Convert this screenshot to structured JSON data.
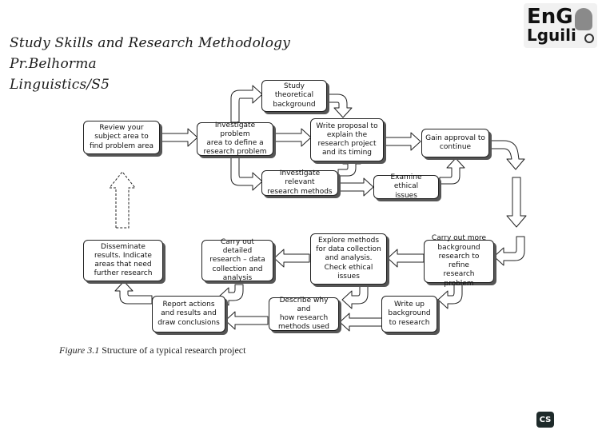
{
  "header": {
    "title": "Study Skills and Research Methodology",
    "author": "Pr.Belhorma",
    "course": "Linguistics/S5"
  },
  "logo": {
    "line1": "EnG",
    "line2": "Lguili"
  },
  "diagram": {
    "boxes": {
      "review": "Review your\nsubject area to\nfind problem area",
      "investigate_problem": "Investigate problem\narea to define a\nresearch problem",
      "study_background": "Study\ntheoretical\nbackground",
      "write_proposal": "Write proposal to\nexplain the\nresearch project\nand its timing",
      "investigate_methods": "Investigate relevant\nresearch methods",
      "examine_ethical": "Examine ethical\nissues",
      "gain_approval": "Gain approval to\ncontinue",
      "carry_out_more": "Carry out more\nbackground\nresearch to refine\nresearch problem",
      "explore_methods": "Explore methods\nfor data collection\nand analysis.\nCheck ethical\nissues",
      "carry_out_detailed": "Carry out detailed\nresearch – data\ncollection and\nanalysis",
      "disseminate": "Disseminate\nresults. Indicate\nareas that need\nfurther research",
      "write_up": "Write up\nbackground\nto research",
      "describe_why": "Describe why and\nhow research\nmethods used",
      "report_actions": "Report actions\nand results and\ndraw conclusions"
    }
  },
  "caption": {
    "label": "Figure 3.1",
    "text": "Structure of a typical research project"
  },
  "badge": {
    "text": "CS"
  }
}
